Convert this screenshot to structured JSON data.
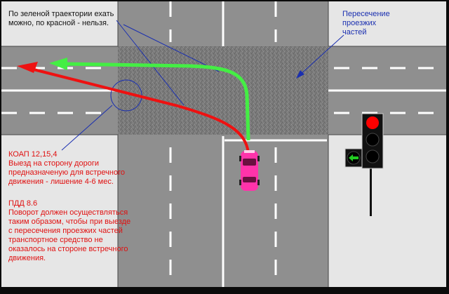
{
  "colors": {
    "road": "#8f8f8f",
    "roadside": "#e6e6e6",
    "intersection": "#777777",
    "marking": "#ffffff",
    "allowed_path": "#44ee44",
    "forbidden_path": "#ee1111",
    "pointer_line": "#1a2fb0",
    "note_black": "#111111",
    "note_blue": "#1a2fb0",
    "note_red": "#e01010",
    "car": "#ff33aa",
    "signal_red": "#ff0000",
    "signal_green_arrow": "#22cc22"
  },
  "icons": {
    "traffic_light": "traffic-light-icon",
    "car": "car-icon"
  },
  "notes": {
    "trajectory_rule": "По зеленой траектории ехать\nможно, по красной  -  нельзя.",
    "intersection_label": "Пересечение\nпроезжих\nчастей",
    "koap_title": "КОАП 12,15,4",
    "koap_text": "Выезд на сторону дороги\nпредназначеную для встречного\nдвижения - лишение 4-6 мес.",
    "pdd_title": "ПДД 8.6",
    "pdd_text": "Поворот должен осуществляться\nтаким образом, чтобы при выезде\nс пересечения проезжих частей\nтранспортное средство не\nоказалось на стороне встречного\nдвижения."
  }
}
